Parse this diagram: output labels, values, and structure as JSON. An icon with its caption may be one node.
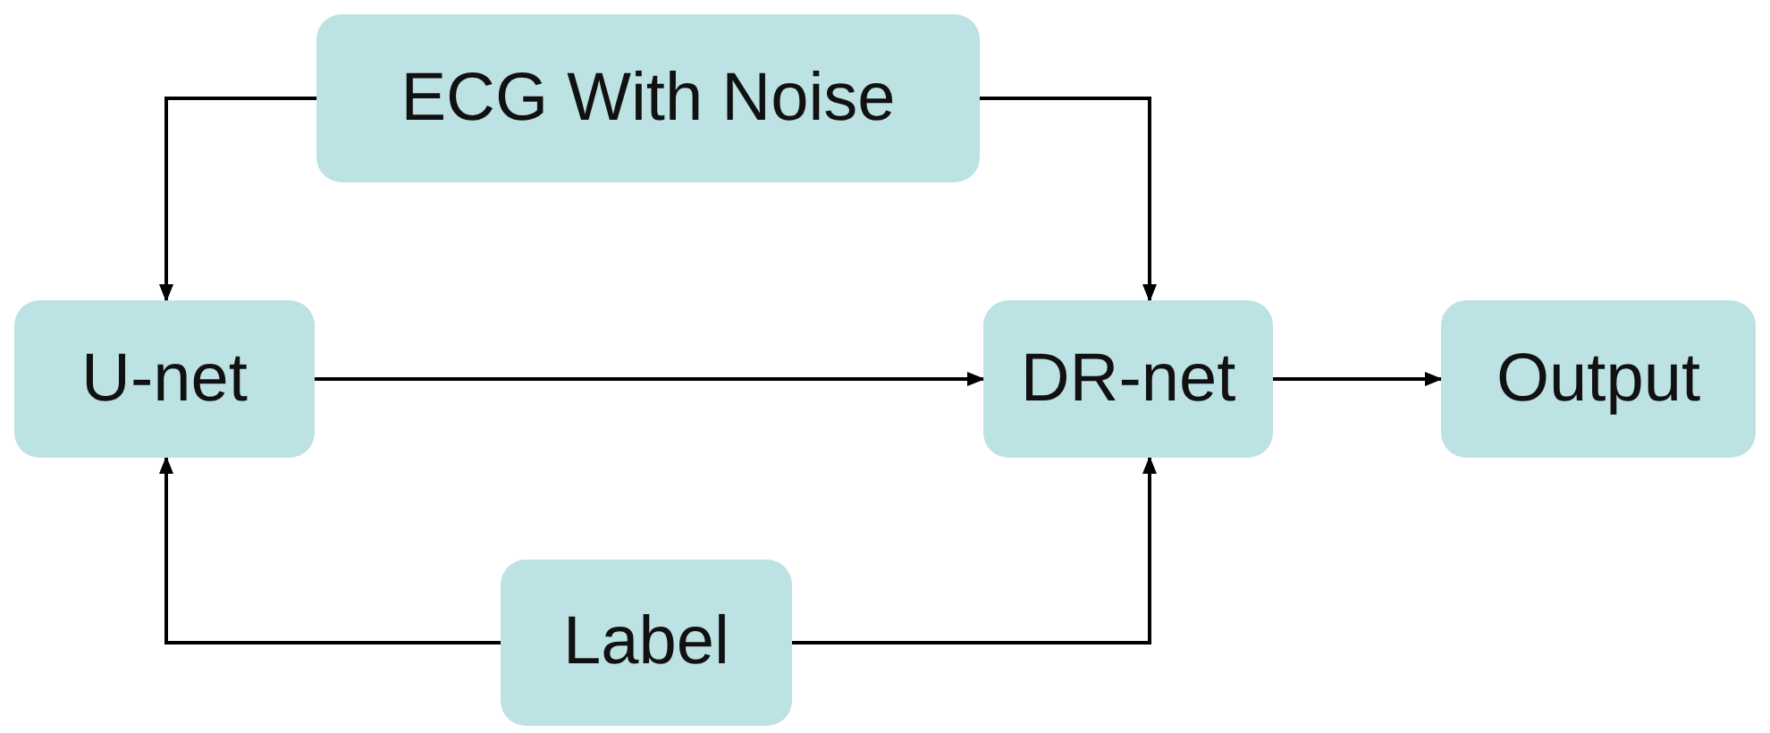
{
  "diagram": {
    "nodes": [
      {
        "text": [
          "ECG With Noise"
        ]
      },
      {
        "text": [
          "U-net"
        ]
      },
      {
        "text": [
          "DR-net"
        ]
      },
      {
        "text": [
          "Output"
        ]
      },
      {
        "text": [
          "Label"
        ]
      }
    ],
    "edges": [
      {
        "from": 0,
        "to": 1,
        "arrow": "to"
      },
      {
        "from": 0,
        "to": 2,
        "arrow": "to"
      },
      {
        "from": 1,
        "to": 2,
        "arrow": "to"
      },
      {
        "from": 2,
        "to": 3,
        "arrow": "to"
      },
      {
        "from": 4,
        "to": 1,
        "arrow": "to"
      },
      {
        "from": 4,
        "to": 2,
        "arrow": "to"
      }
    ]
  }
}
